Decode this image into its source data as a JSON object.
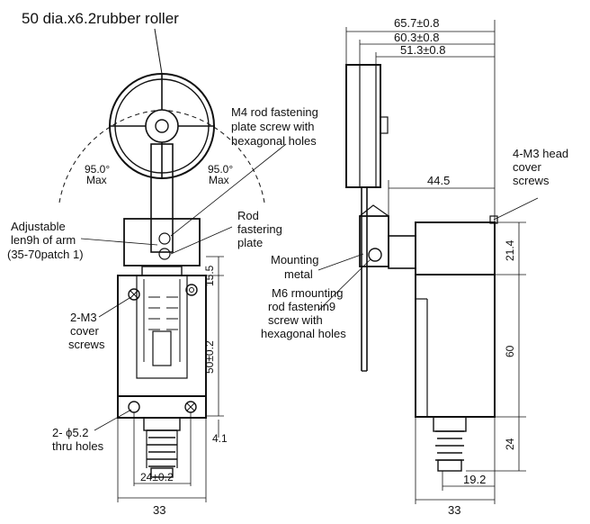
{
  "labels": {
    "roller": "50 dia.x6.2rubber roller",
    "m4_l1": "M4 rod fastening",
    "m4_l2": "plate screw with",
    "m4_l3": "hexagonal holes",
    "angle_left": "95.0°",
    "angle_left_max": "Max",
    "angle_right": "95.0°",
    "angle_right_max": "Max",
    "adj_l1": "Adjustable",
    "adj_l2": "len9h of arm",
    "adj_l3": "(35-70patch 1)",
    "rod_l1": "Rod",
    "rod_l2": "fastering",
    "rod_l3": "plate",
    "m3cover_l1": "2-M3",
    "m3cover_l2": "cover",
    "m3cover_l3": "screws",
    "thru_l1": "2- ϕ5.2",
    "thru_l2": "thru holes",
    "mount_l1": "Mounting",
    "mount_l2": "metal",
    "m6_l1": "M6 rmounting",
    "m6_l2": "rod fastenin9",
    "m6_l3": "screw with",
    "m6_l4": "hexagonal holes",
    "head_l1": "4-M3 head",
    "head_l2": "cover",
    "head_l3": "screws"
  },
  "dimensions": {
    "d65": "65.7±0.8",
    "d60": "60.3±0.8",
    "d51": "51.3±0.8",
    "d44": "44.5",
    "d15": "15.5",
    "d50": "50±0.2",
    "d41": "4.1",
    "d24w": "24±0.2",
    "d33l": "33",
    "d21": "21.4",
    "d60v": "60",
    "d24v": "24",
    "d19": "19.2",
    "d33r": "33"
  }
}
